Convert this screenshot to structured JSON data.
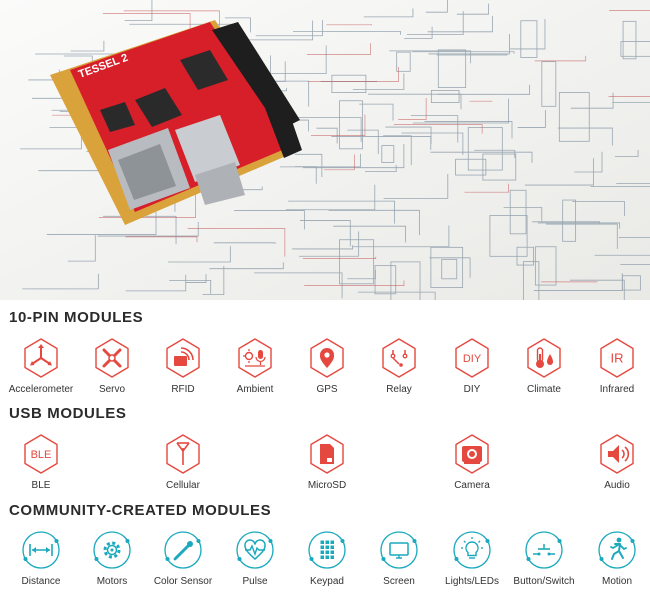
{
  "photo": {
    "board_text": "TESSEL 2"
  },
  "sections": {
    "pin_modules": {
      "title": "10-PIN MODULES",
      "accent": "#e4483f",
      "items": [
        {
          "label": "Accelerometer",
          "icon": "accelerometer-icon"
        },
        {
          "label": "Servo",
          "icon": "servo-icon"
        },
        {
          "label": "RFID",
          "icon": "rfid-icon"
        },
        {
          "label": "Ambient",
          "icon": "ambient-icon"
        },
        {
          "label": "GPS",
          "icon": "gps-icon"
        },
        {
          "label": "Relay",
          "icon": "relay-icon"
        },
        {
          "label": "DIY",
          "icon": "diy-icon",
          "icon_text": "DIY"
        },
        {
          "label": "Climate",
          "icon": "climate-icon"
        },
        {
          "label": "Infrared",
          "icon": "infrared-icon",
          "icon_text": "IR"
        }
      ]
    },
    "usb_modules": {
      "title": "USB MODULES",
      "accent": "#e4483f",
      "items": [
        {
          "label": "BLE",
          "icon": "ble-icon",
          "icon_text": "BLE"
        },
        {
          "label": "Cellular",
          "icon": "cellular-icon"
        },
        {
          "label": "MicroSD",
          "icon": "microsd-icon"
        },
        {
          "label": "Camera",
          "icon": "camera-icon"
        },
        {
          "label": "Audio",
          "icon": "audio-icon"
        }
      ]
    },
    "community_modules": {
      "title": "COMMUNITY-CREATED MODULES",
      "accent": "#1aa9bd",
      "items": [
        {
          "label": "Distance",
          "icon": "distance-icon"
        },
        {
          "label": "Motors",
          "icon": "motors-icon"
        },
        {
          "label": "Color Sensor",
          "icon": "color-sensor-icon"
        },
        {
          "label": "Pulse",
          "icon": "pulse-icon"
        },
        {
          "label": "Keypad",
          "icon": "keypad-icon"
        },
        {
          "label": "Screen",
          "icon": "screen-icon"
        },
        {
          "label": "Lights/LEDs",
          "icon": "lights-leds-icon"
        },
        {
          "label": "Button/Switch",
          "icon": "button-switch-icon"
        },
        {
          "label": "Motion",
          "icon": "motion-icon"
        }
      ]
    }
  }
}
